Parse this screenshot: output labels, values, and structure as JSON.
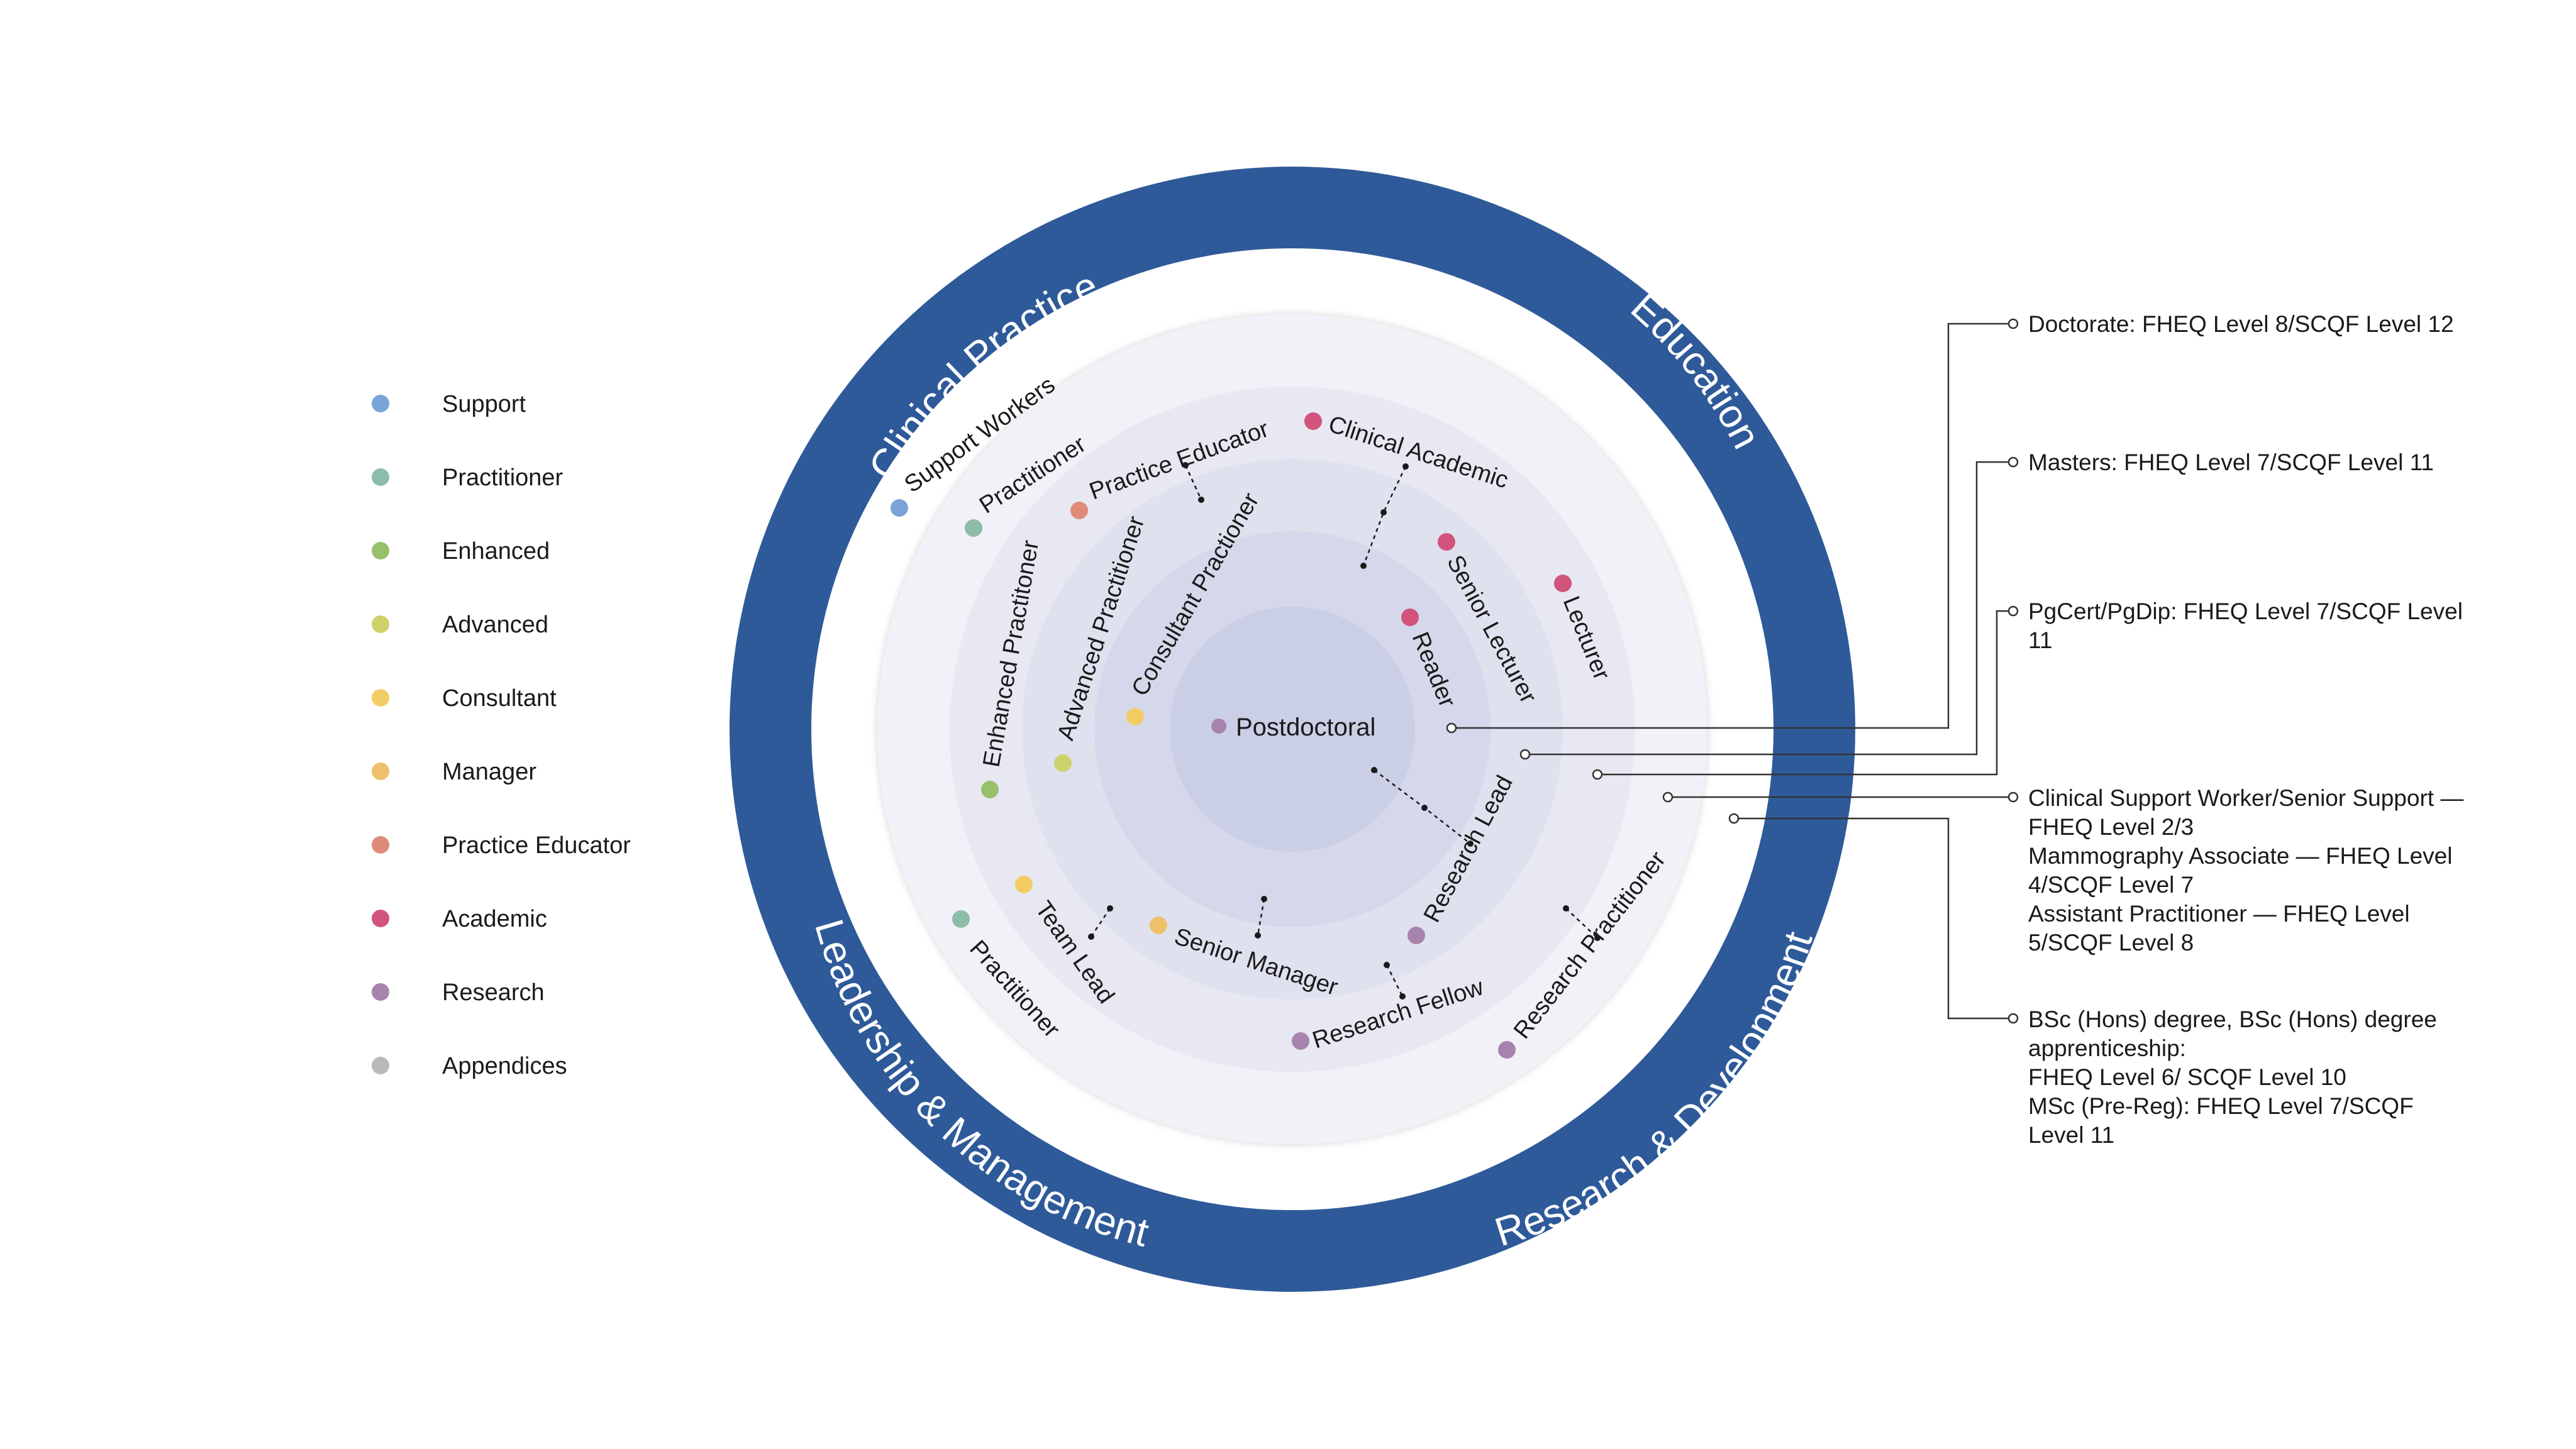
{
  "legend": [
    {
      "label": "Support",
      "color": "#7aa3d8"
    },
    {
      "label": "Practitioner",
      "color": "#8dbcaa"
    },
    {
      "label": "Enhanced",
      "color": "#98c06a"
    },
    {
      "label": "Advanced",
      "color": "#cdd36a"
    },
    {
      "label": "Consultant",
      "color": "#f2cd66"
    },
    {
      "label": "Manager",
      "color": "#eec06a"
    },
    {
      "label": "Practice Educator",
      "color": "#e08b7a"
    },
    {
      "label": "Academic",
      "color": "#d2537b"
    },
    {
      "label": "Research",
      "color": "#a684ad"
    },
    {
      "label": "Appendices",
      "color": "#b9b9b9"
    }
  ],
  "bands": {
    "clinical": "Clinical Practice",
    "education": "Education",
    "leadership": "Leadership & Management",
    "research": "Research & Development"
  },
  "ring_color": "#2e5a99",
  "center": {
    "label": "Postdoctoral",
    "color": "#a684ad"
  },
  "roles": [
    {
      "label": "Support Workers",
      "color": "#7aa3d8"
    },
    {
      "label": "Practitioner",
      "color": "#8dbcaa"
    },
    {
      "label": "Practice Educator",
      "color": "#e08b7a"
    },
    {
      "label": "Clinical Academic",
      "color": "#d2537b"
    },
    {
      "label": "Senior Lecturer",
      "color": "#d2537b"
    },
    {
      "label": "Lecturer",
      "color": "#d2537b"
    },
    {
      "label": "Reader",
      "color": "#d2537b"
    },
    {
      "label": "Consultant Practioner",
      "color": "#f2cd66"
    },
    {
      "label": "Advanced Practitioner",
      "color": "#cdd36a"
    },
    {
      "label": "Enhanced Practitoner",
      "color": "#98c06a"
    },
    {
      "label": "Research Lead",
      "color": "#a684ad"
    },
    {
      "label": "Research Practitioner",
      "color": "#a684ad"
    },
    {
      "label": "Research Fellow",
      "color": "#a684ad"
    },
    {
      "label": "Senior Manager",
      "color": "#eec06a"
    },
    {
      "label": "Team Lead",
      "color": "#f2cd66"
    },
    {
      "label": "Practitioner",
      "color": "#8dbcaa"
    }
  ],
  "qualifications": [
    {
      "lines": [
        "Doctorate: FHEQ Level 8/SCQF Level 12"
      ]
    },
    {
      "lines": [
        "Masters: FHEQ Level 7/SCQF Level 11"
      ]
    },
    {
      "lines": [
        "PgCert/PgDip: FHEQ Level 7/SCQF Level",
        "11"
      ]
    },
    {
      "lines": [
        "Clinical Support Worker/Senior Support —",
        "FHEQ Level 2/3",
        "Mammography Associate — FHEQ Level",
        "4/SCQF Level 7",
        "Assistant Practitioner — FHEQ Level",
        "5/SCQF Level 8"
      ]
    },
    {
      "lines": [
        "BSc (Hons) degree, BSc (Hons) degree",
        "apprenticeship:",
        "FHEQ Level 6/ SCQF Level 10",
        "MSc (Pre-Reg): FHEQ Level 7/SCQF",
        "Level 11"
      ]
    }
  ]
}
